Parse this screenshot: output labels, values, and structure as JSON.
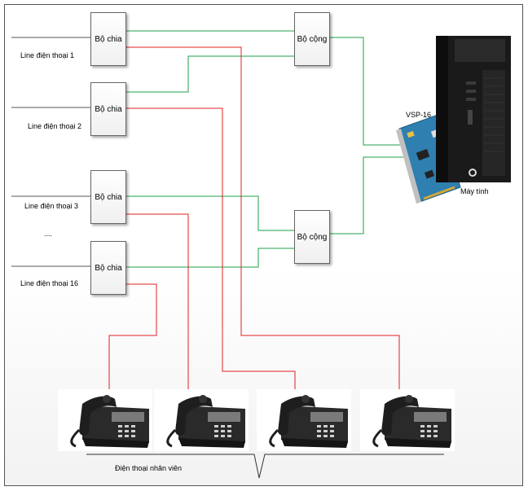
{
  "splitters": [
    {
      "label": "Bộ chia"
    },
    {
      "label": "Bộ chia"
    },
    {
      "label": "Bộ chia"
    },
    {
      "label": "Bộ chia"
    }
  ],
  "combiners": [
    {
      "label": "Bộ cộng"
    },
    {
      "label": "Bộ cộng"
    }
  ],
  "lines": [
    {
      "label": "Line điện thoại 1"
    },
    {
      "label": "Line điện thoại 2"
    },
    {
      "label": "Line điện thoại 3"
    },
    {
      "label": "Line điện thoại 16"
    }
  ],
  "ellipsis": "....",
  "card_label": "VSP-16",
  "computer_label": "Máy tính",
  "phones_label": "Điện thoại nhân viên",
  "colors": {
    "green": "#1fa24a",
    "red": "#e02020",
    "line": "#555555"
  }
}
